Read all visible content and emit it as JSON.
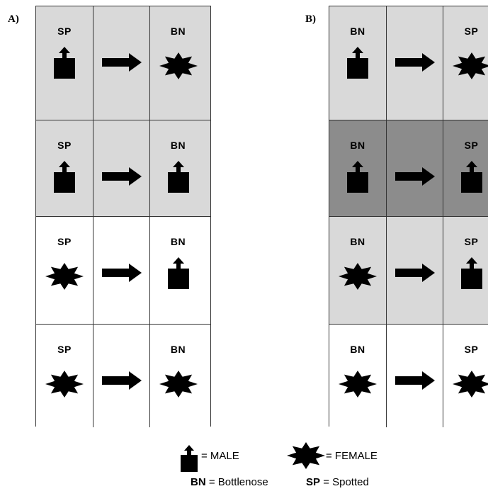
{
  "colors": {
    "light": "#d9d9d9",
    "dark": "#8c8c8c",
    "white": "#ffffff"
  },
  "panels": [
    {
      "label": "A)",
      "rows": [
        {
          "shade": "light",
          "from": {
            "code": "SP",
            "symbol": "male"
          },
          "to": {
            "code": "BN",
            "symbol": "female"
          }
        },
        {
          "shade": "light",
          "from": {
            "code": "SP",
            "symbol": "male"
          },
          "to": {
            "code": "BN",
            "symbol": "male"
          }
        },
        {
          "shade": "white",
          "from": {
            "code": "SP",
            "symbol": "female"
          },
          "to": {
            "code": "BN",
            "symbol": "male"
          }
        },
        {
          "shade": "white",
          "from": {
            "code": "SP",
            "symbol": "female"
          },
          "to": {
            "code": "BN",
            "symbol": "female"
          }
        }
      ]
    },
    {
      "label": "B)",
      "rows": [
        {
          "shade": "light",
          "from": {
            "code": "BN",
            "symbol": "male"
          },
          "to": {
            "code": "SP",
            "symbol": "female"
          }
        },
        {
          "shade": "dark",
          "from": {
            "code": "BN",
            "symbol": "male"
          },
          "to": {
            "code": "SP",
            "symbol": "male"
          }
        },
        {
          "shade": "light",
          "from": {
            "code": "BN",
            "symbol": "female"
          },
          "to": {
            "code": "SP",
            "symbol": "male"
          }
        },
        {
          "shade": "white",
          "from": {
            "code": "BN",
            "symbol": "female"
          },
          "to": {
            "code": "SP",
            "symbol": "female"
          }
        }
      ]
    }
  ],
  "legend": {
    "male_label": "= MALE",
    "female_label": "= FEMALE",
    "bn_abbr": "BN",
    "bn_text": "= Bottlenose",
    "sp_abbr": "SP",
    "sp_text": "= Spotted"
  }
}
